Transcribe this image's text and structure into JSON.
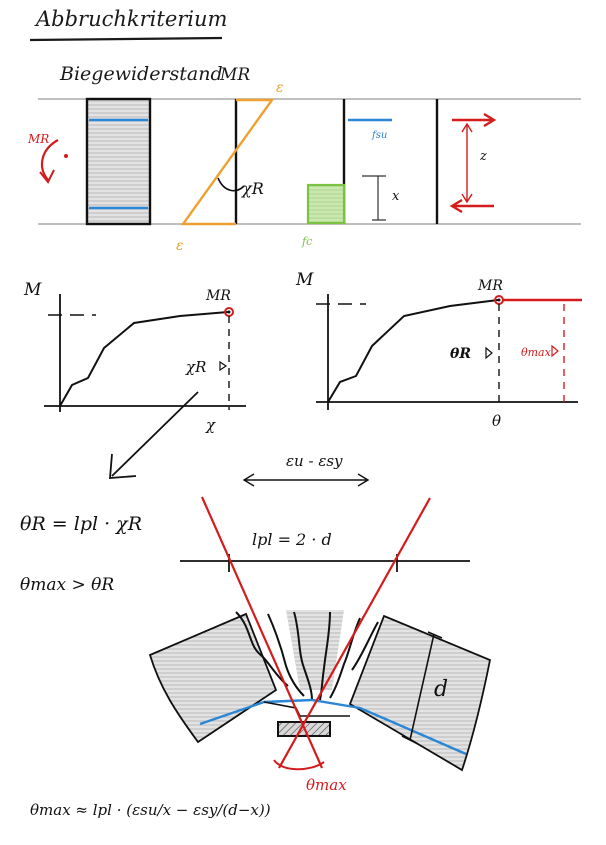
{
  "page": {
    "title": "Abbruchkriterium",
    "subtitle": "Biegewiderstand",
    "subtitle_symbol": "MR"
  },
  "section_diagram": {
    "moment_label": "MR",
    "strain_top": "ε",
    "strain_bottom": "ε",
    "curvature": "χR",
    "fsu": "fsu",
    "fc": "fc",
    "x": "x",
    "z": "z"
  },
  "plot_left": {
    "y_label": "M",
    "point_label": "MR",
    "x_marker": "χR",
    "x_label": "χ"
  },
  "plot_right": {
    "y_label": "M",
    "point_label": "MR",
    "theta_r": "θR",
    "theta_max": "θmax",
    "x_label": "θ"
  },
  "strain_range": "εu - εsy",
  "formulas": {
    "theta_r": "θR = lpl · χR",
    "theta_compare": "θmax > θR",
    "plastic_length": "lpl = 2 · d",
    "theta_max": "θmax ≈ lpl · (εsu/x − εsy/(d−x))"
  },
  "hinge": {
    "depth": "d",
    "rotation": "θmax"
  },
  "colors": {
    "ink": "#1a1a1a",
    "red": "#d41c1c",
    "blue": "#2b86d6",
    "orange": "#f0a030",
    "green": "#7cc242",
    "hatch": "#b5b5b5"
  }
}
